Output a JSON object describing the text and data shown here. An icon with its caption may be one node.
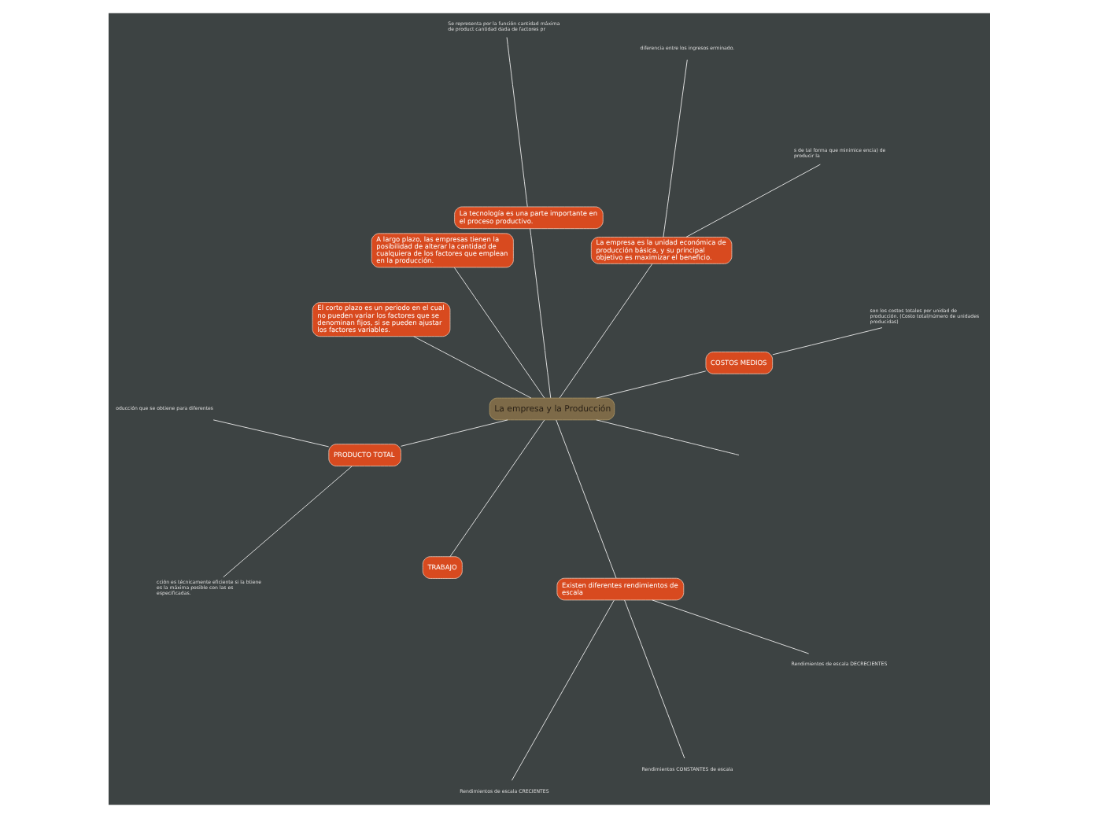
{
  "diagram": {
    "nodes": [
      {
        "text": [
          "La empresa y la Producción"
        ]
      },
      {
        "text": [
          "COSTOS MEDIOS"
        ]
      },
      {
        "text": [
          "son los costos totales por unidad de producción. (Costo total/número de unidades producidas)"
        ]
      },
      {
        "text": [
          "La empresa es la unidad económica de producción básica, y su principal objetivo es maximizar el beneficio."
        ]
      },
      {
        "text": [
          "s de tal forma que minimice encia) de producir la"
        ]
      },
      {
        "text": [
          "diferencia entre los ingresos erminado."
        ]
      },
      {
        "text": [
          "La tecnología es una parte importante en el proceso productivo."
        ]
      },
      {
        "text": [
          "Se representa por la función cantidad máxima de product cantidad dada de factores pr"
        ]
      },
      {
        "text": [
          "A largo plazo, las empresas tienen la posibilidad de alterar la cantidad de cualquiera de los factores que emplean en la producción."
        ]
      },
      {
        "text": [
          "El corto plazo es un periodo en el cual no pueden variar los factores que se denominan fijos, si se pueden ajustar los factores variables."
        ]
      },
      {
        "text": [
          "PRODUCTO TOTAL"
        ]
      },
      {
        "text": [
          "oducción que se obtiene para diferentes"
        ]
      },
      {
        "text": [
          "cción es técnicamente eficiente si la btiene es la máxima posible con las es especificadas."
        ]
      },
      {
        "text": [
          "TRABAJO"
        ]
      },
      {
        "text": [
          "Existen diferentes rendimientos de escala"
        ]
      },
      {
        "text": [
          "Rendimientos de escala CRECIENTES"
        ]
      },
      {
        "text": [
          "Rendimientos CONSTANTES de escala"
        ]
      },
      {
        "text": [
          "Rendimientos de escala DECRECIENTES"
        ]
      }
    ],
    "edges": [
      {
        "from": 0,
        "to": null,
        "arrow": "none"
      },
      {
        "from": 0,
        "to": 1,
        "arrow": "none"
      },
      {
        "from": 1,
        "to": 2,
        "arrow": "none"
      },
      {
        "from": 0,
        "to": 3,
        "arrow": "none"
      },
      {
        "from": 3,
        "to": 4,
        "arrow": "none"
      },
      {
        "from": 3,
        "to": 5,
        "arrow": "none"
      },
      {
        "from": 0,
        "to": 6,
        "arrow": "none"
      },
      {
        "from": 6,
        "to": 7,
        "arrow": "none"
      },
      {
        "from": 0,
        "to": 8,
        "arrow": "none"
      },
      {
        "from": 0,
        "to": 9,
        "arrow": "none"
      },
      {
        "from": 0,
        "to": 10,
        "arrow": "none"
      },
      {
        "from": 10,
        "to": 11,
        "arrow": "none"
      },
      {
        "from": 10,
        "to": 12,
        "arrow": "none"
      },
      {
        "from": 0,
        "to": 13,
        "arrow": "none"
      },
      {
        "from": 0,
        "to": 14,
        "arrow": "none"
      },
      {
        "from": 14,
        "to": 15,
        "arrow": "none"
      },
      {
        "from": 14,
        "to": 16,
        "arrow": "none"
      },
      {
        "from": 14,
        "to": 17,
        "arrow": "none"
      }
    ]
  }
}
